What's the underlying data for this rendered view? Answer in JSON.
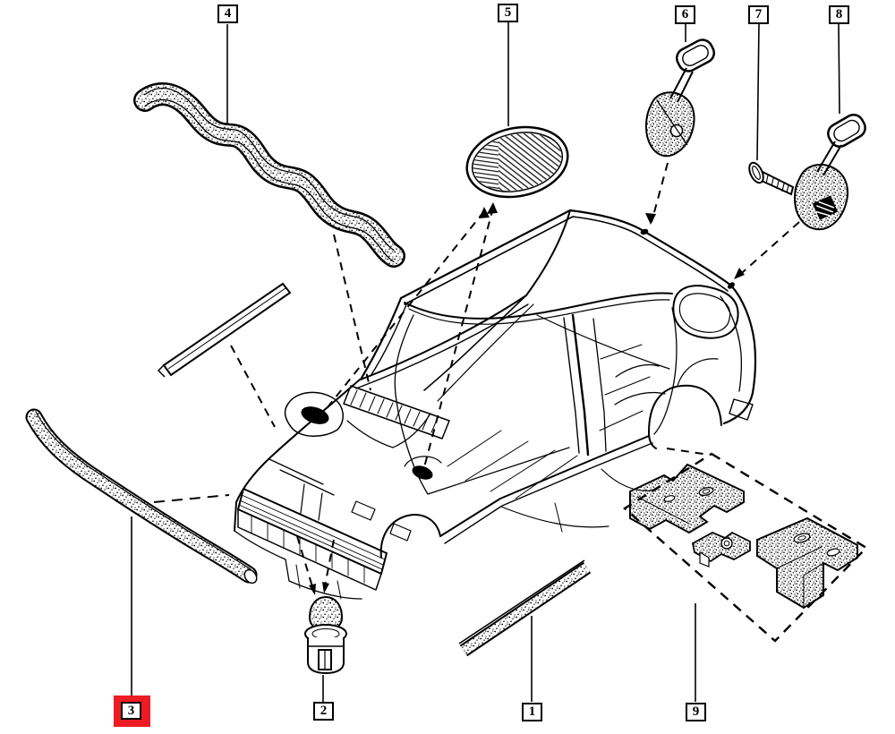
{
  "diagram": {
    "kind": "exploded-parts-diagram",
    "subject": "car-body-sealing-parts",
    "colors": {
      "background": "#ffffff",
      "line": "#000000",
      "highlight_red": "#ed1c24"
    },
    "callouts": {
      "c1": {
        "label": "1",
        "highlighted": false
      },
      "c2": {
        "label": "2",
        "highlighted": false
      },
      "c3": {
        "label": "3",
        "highlighted": true
      },
      "c4": {
        "label": "4",
        "highlighted": false
      },
      "c5": {
        "label": "5",
        "highlighted": false
      },
      "c6": {
        "label": "6",
        "highlighted": false
      },
      "c7": {
        "label": "7",
        "highlighted": false
      },
      "c8": {
        "label": "8",
        "highlighted": false
      },
      "c9": {
        "label": "9",
        "highlighted": false
      }
    }
  }
}
